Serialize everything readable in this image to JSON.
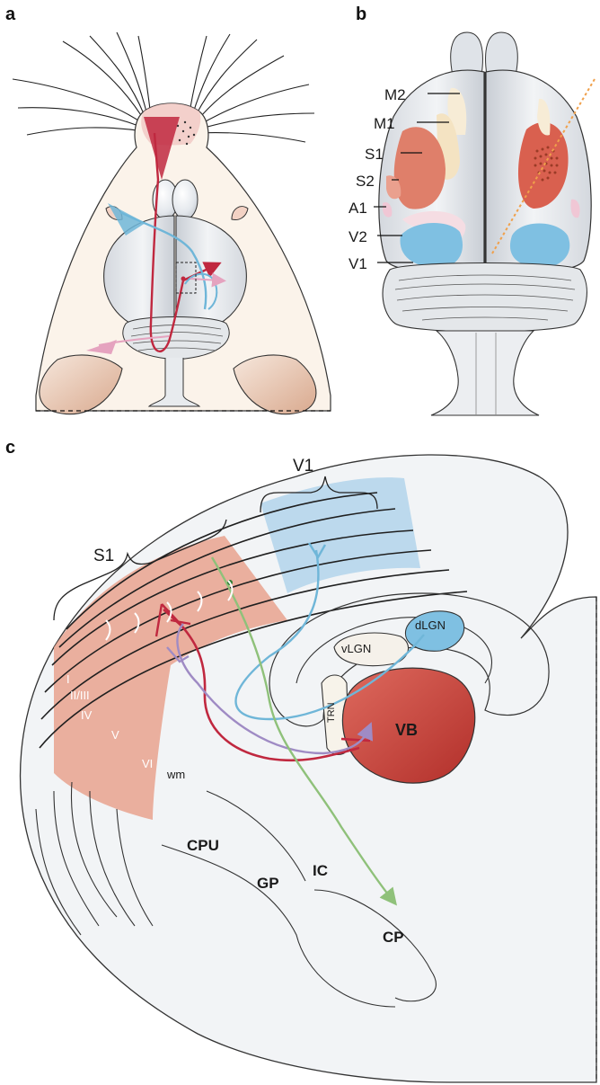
{
  "panels": {
    "a": "a",
    "b": "b",
    "c": "c"
  },
  "panel_b_labels": {
    "m2": "M2",
    "m1": "M1",
    "s1": "S1",
    "s2": "S2",
    "a1": "A1",
    "v2": "V2",
    "v1": "V1"
  },
  "panel_c_labels": {
    "v1_brace": "V1",
    "s1_brace": "S1",
    "layers": [
      "I",
      "II/III",
      "IV",
      "V",
      "VI"
    ],
    "wm": "wm",
    "cpu": "CPU",
    "gp": "GP",
    "ic": "IC",
    "cp": "CP",
    "trn": "TRN",
    "vlgn": "vLGN",
    "dlgn": "dLGN",
    "vb": "VB"
  },
  "colors": {
    "somatosensory": "#c0283f",
    "visual": "#6fb6d8",
    "motor": "#8fc17a",
    "feedback": "#9f8bc4",
    "s1_area": "#e9a28e",
    "v1_area": "#b6d6ec",
    "vb_nucleus": "#c9433b",
    "brain_fill": "#eef1f4",
    "skin_fill": "#fbf3ea"
  },
  "icons": [
    "rat-head-illustration",
    "rat-brain-dorsal-view",
    "coronal-brain-section"
  ]
}
